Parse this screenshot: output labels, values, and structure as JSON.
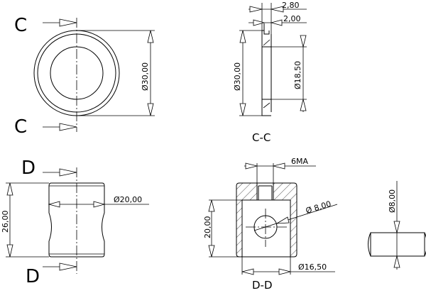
{
  "section_c": {
    "mark_top": "C",
    "mark_bottom": "C",
    "title": "C-C"
  },
  "section_d": {
    "mark_top": "D",
    "mark_bottom": "D",
    "title": "D-D"
  },
  "front_view": {
    "diameter": "Ø30,00"
  },
  "section_cc": {
    "thickness_total": "2,80",
    "thickness_step": "2,00",
    "outer_diameter": "Ø30,00",
    "bore_diameter": "Ø18,50"
  },
  "body_view": {
    "height": "26,00",
    "diameter": "Ø20,00"
  },
  "section_dd": {
    "thread": "6MA",
    "height": "20,00",
    "cross_hole": "Ø 8,00",
    "bore": "Ø16,50"
  },
  "pin_view": {
    "diameter": "Ø8,00"
  }
}
